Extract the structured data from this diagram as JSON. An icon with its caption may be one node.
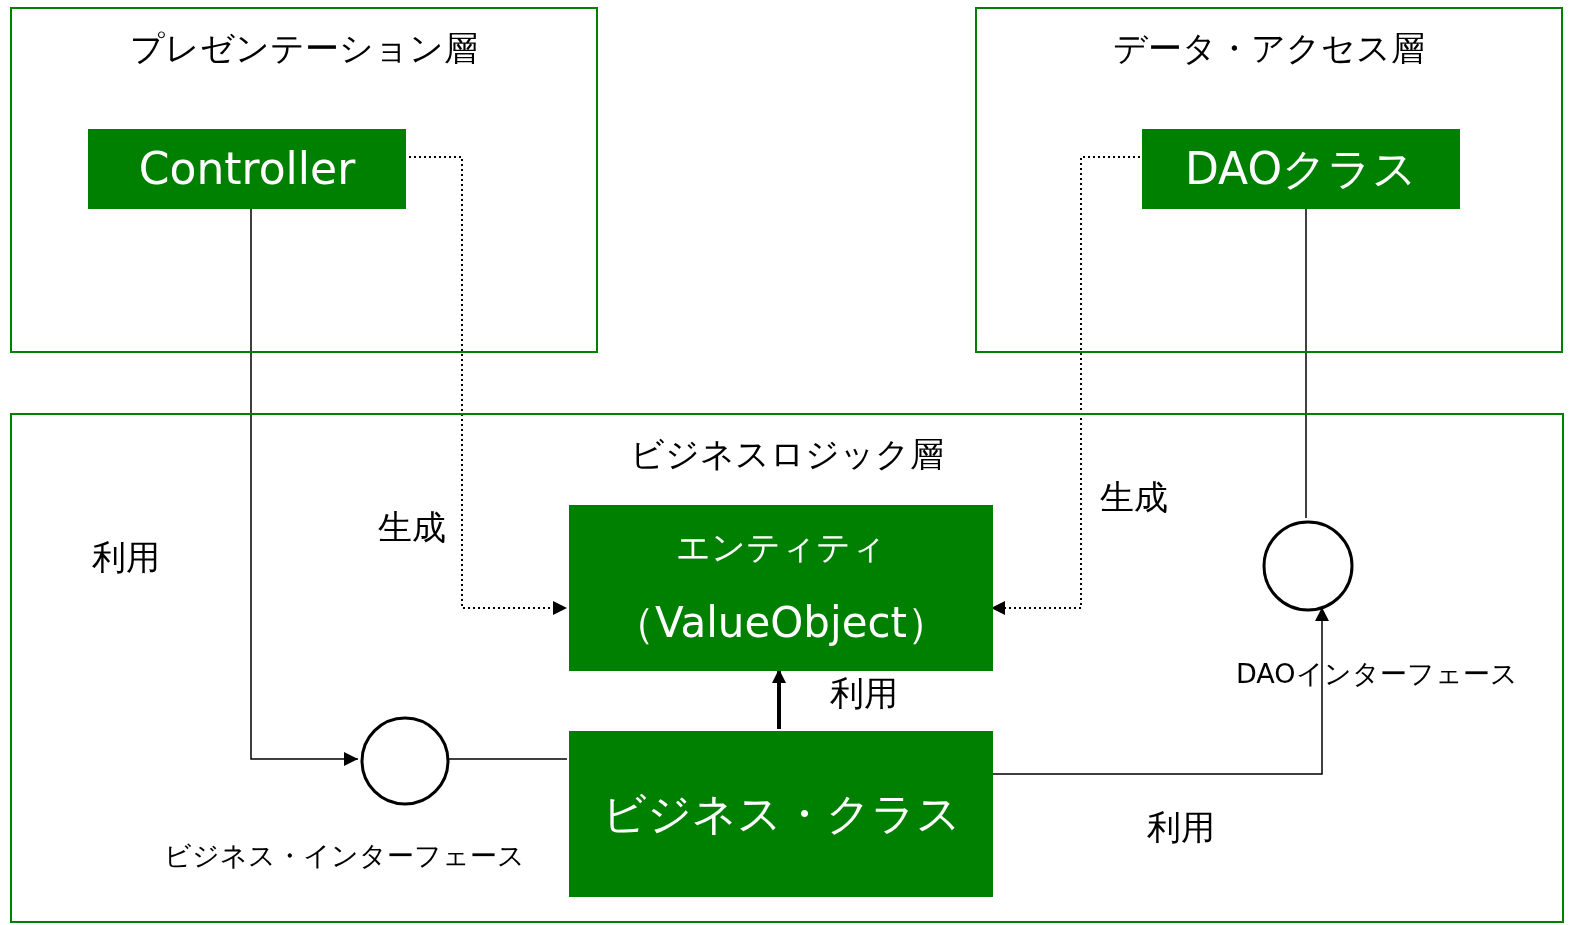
{
  "diagram": {
    "nodes": [
      {
        "text": [
          "プレゼンテーション層"
        ]
      },
      {
        "text": [
          "Controller"
        ],
        "in": 0
      },
      {
        "text": [
          "データ・アクセス層"
        ]
      },
      {
        "text": [
          "DAOクラス"
        ],
        "in": 2
      },
      {
        "text": [
          "ビジネスロジック層"
        ]
      },
      {
        "text": [
          "エンティティ",
          "（ValueObject）"
        ],
        "in": 4
      },
      {
        "text": [],
        "shape": "circle",
        "in": 4,
        "beside": [
          "ビジネス・インターフェース"
        ]
      },
      {
        "text": [
          "ビジネス・クラス"
        ],
        "in": 4
      },
      {
        "text": [],
        "shape": "circle",
        "in": 4,
        "beside": [
          "DAOインターフェース"
        ]
      }
    ],
    "edges": [
      {
        "from": 1,
        "to": 6,
        "arrow": "to",
        "label": "利用"
      },
      {
        "from": 1,
        "to": 5,
        "arrow": "to",
        "label": "生成",
        "style": "dashed"
      },
      {
        "from": 3,
        "to": 5,
        "arrow": "to",
        "label": "生成",
        "style": "dashed"
      },
      {
        "from": 3,
        "to": 8,
        "arrow": "none"
      },
      {
        "from": 6,
        "to": 7,
        "arrow": "none"
      },
      {
        "from": 7,
        "to": 5,
        "arrow": "to",
        "label": "利用",
        "style": "thick"
      },
      {
        "from": 7,
        "to": 8,
        "arrow": "to",
        "label": "利用"
      }
    ]
  }
}
